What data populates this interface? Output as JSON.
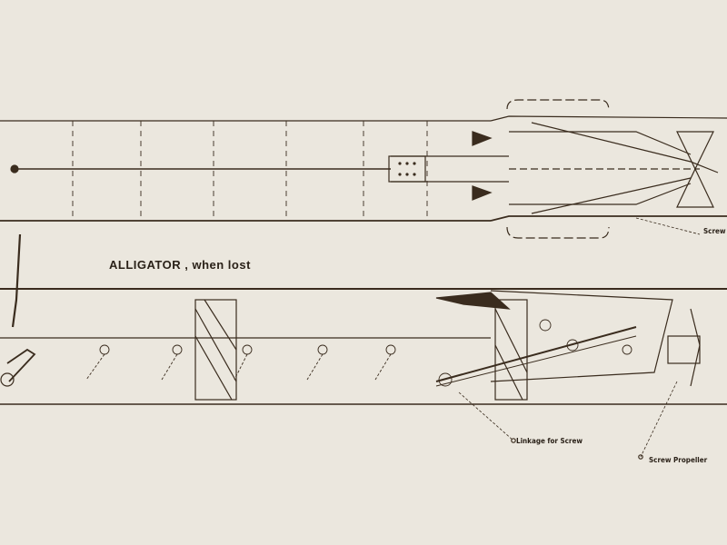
{
  "drawing": {
    "title": "ALLIGATOR , when lost",
    "labels": {
      "screw": "Screw",
      "linkage": "Linkage for Screw",
      "propeller": "Screw Propeller"
    },
    "colors": {
      "paper": "#ebe7de",
      "ink": "#3a2c1e"
    }
  }
}
